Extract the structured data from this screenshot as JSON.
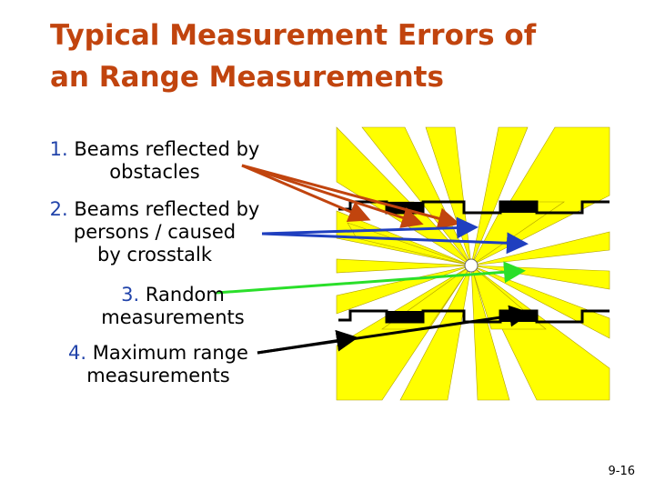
{
  "slide": {
    "title_line1": "Typical Measurement Errors of",
    "title_line2": "an Range Measurements",
    "items": [
      {
        "num": "1.",
        "line1": "Beams reflected by",
        "line2": "obstacles",
        "line3": "",
        "arrow_color": "#c1440e"
      },
      {
        "num": "2.",
        "line1": "Beams reflected by",
        "line2": "persons / caused",
        "line3": "by crosstalk",
        "arrow_color": "#1f3fbf"
      },
      {
        "num": "3.",
        "line1": "Random",
        "line2": "measurements",
        "line3": "",
        "arrow_color": "#2adf2a"
      },
      {
        "num": "4.",
        "line1": "Maximum range",
        "line2": "measurements",
        "line3": "",
        "arrow_color": "#000000"
      }
    ],
    "page_number": "9-16"
  },
  "colors": {
    "title": "#c1440e",
    "beam_fill": "#ffff00",
    "wall": "#000000",
    "number": "#2244aa"
  }
}
